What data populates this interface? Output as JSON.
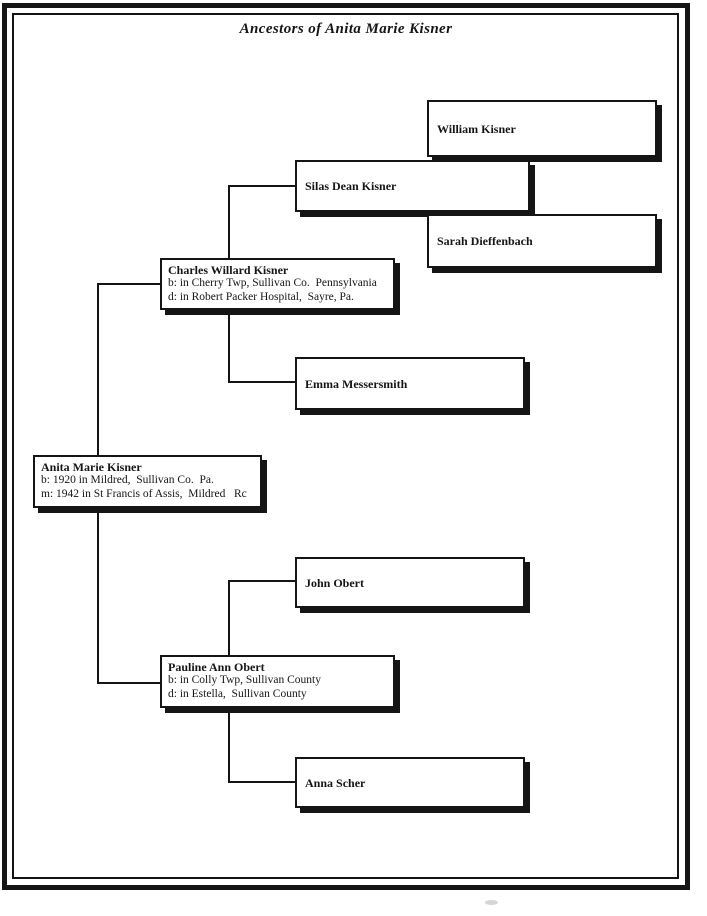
{
  "page": {
    "title": "Ancestors of Anita Marie Kisner",
    "ink_color": "#151515",
    "paper_color": "#ffffff"
  },
  "boxes": {
    "william": {
      "name": "William Kisner"
    },
    "silas": {
      "name": "Silas Dean Kisner"
    },
    "sarah": {
      "name": "Sarah Dieffenbach"
    },
    "charles": {
      "name": "Charles Willard Kisner",
      "birth": "b: in Cherry Twp, Sullivan Co.  Pennsylvania",
      "death": "d: in Robert Packer Hospital,  Sayre, Pa."
    },
    "emma": {
      "name": "Emma Messersmith"
    },
    "anita": {
      "name": "Anita Marie Kisner",
      "birth": "b: 1920 in Mildred,  Sullivan Co.  Pa.",
      "marriage": "m: 1942 in St Francis of Assis,  Mildred   Rc"
    },
    "john": {
      "name": "John Obert"
    },
    "pauline": {
      "name": "Pauline Ann Obert",
      "birth": "b: in Colly Twp, Sullivan County",
      "death": "d: in Estella,  Sullivan County"
    },
    "anna": {
      "name": "Anna Scher"
    }
  }
}
